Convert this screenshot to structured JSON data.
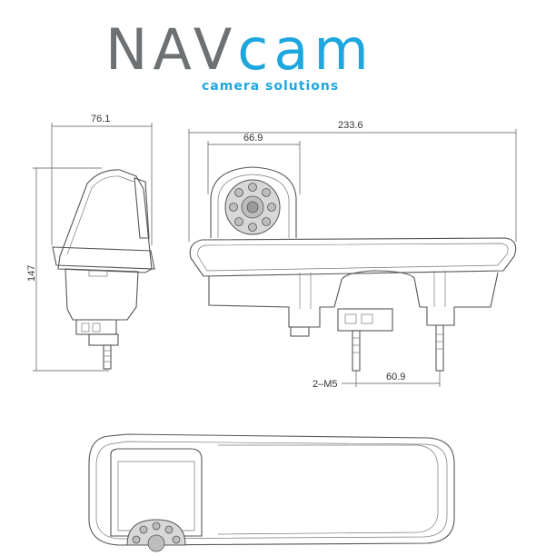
{
  "brand": {
    "name_part1": "NAV",
    "name_part2": "cam",
    "tagline": "camera solutions",
    "color_gray": "#6d7173",
    "color_blue": "#1ea7df"
  },
  "dimensions": {
    "side_width": "76.1",
    "total_width": "233.6",
    "camera_width": "66.9",
    "height": "147",
    "thread_label": "2–M5",
    "mount_spacing": "60.9"
  }
}
